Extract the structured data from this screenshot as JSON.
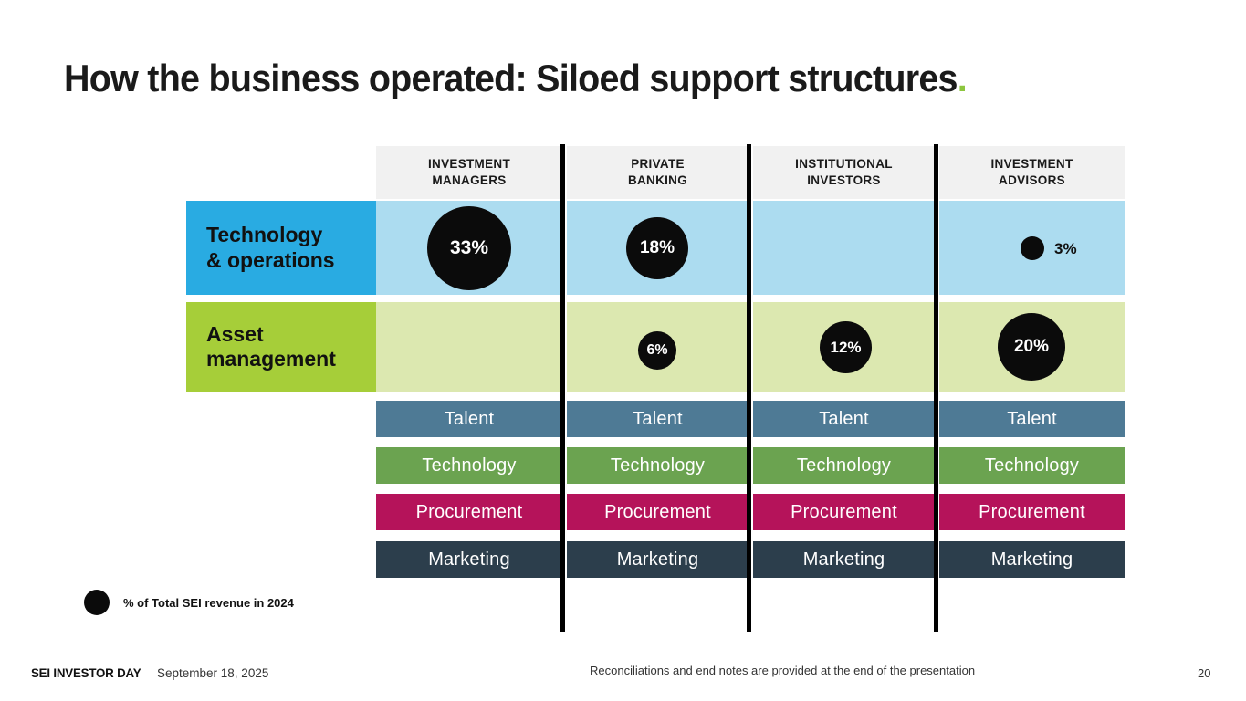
{
  "slide": {
    "title": "How the business operated: Siloed support structures",
    "title_accent": ".",
    "accent_color": "#8DC63F",
    "page_number": "20"
  },
  "columns": [
    {
      "id": "investment-managers",
      "label_line1": "INVESTMENT",
      "label_line2": "MANAGERS"
    },
    {
      "id": "private-banking",
      "label_line1": "PRIVATE",
      "label_line2": "BANKING"
    },
    {
      "id": "institutional-investors",
      "label_line1": "INSTITUTIONAL",
      "label_line2": "INVESTORS"
    },
    {
      "id": "investment-advisors",
      "label_line1": "INVESTMENT",
      "label_line2": "ADVISORS"
    }
  ],
  "rows": [
    {
      "id": "technology-operations",
      "label_line1": "Technology",
      "label_line2": "& operations",
      "label_color": "#29ABE2",
      "cell_color": "#ACDCF0"
    },
    {
      "id": "asset-management",
      "label_line1": "Asset",
      "label_line2": "management",
      "label_color": "#A6CE39",
      "cell_color": "#DCE8B0"
    }
  ],
  "chart_data": {
    "type": "bubble",
    "title": "How the business operated: Siloed support structures",
    "legend": "% of Total SEI revenue in 2024",
    "unit": "%",
    "categories": [
      "INVESTMENT MANAGERS",
      "PRIVATE BANKING",
      "INSTITUTIONAL INVESTORS",
      "INVESTMENT ADVISORS"
    ],
    "series": [
      {
        "name": "Technology & operations",
        "values": [
          33,
          18,
          null,
          3
        ]
      },
      {
        "name": "Asset management",
        "values": [
          null,
          6,
          12,
          20
        ]
      }
    ]
  },
  "bubbles": [
    {
      "id": "tech-investment-managers",
      "row": "technology-operations",
      "col": "investment-managers",
      "value": "33%",
      "label_inside": true
    },
    {
      "id": "tech-private-banking",
      "row": "technology-operations",
      "col": "private-banking",
      "value": "18%",
      "label_inside": true
    },
    {
      "id": "tech-investment-advisors",
      "row": "technology-operations",
      "col": "investment-advisors",
      "value": "3%",
      "label_inside": false
    },
    {
      "id": "asset-private-banking",
      "row": "asset-management",
      "col": "private-banking",
      "value": "6%",
      "label_inside": true
    },
    {
      "id": "asset-institutional-investors",
      "row": "asset-management",
      "col": "institutional-investors",
      "value": "12%",
      "label_inside": true
    },
    {
      "id": "asset-investment-advisors",
      "row": "asset-management",
      "col": "investment-advisors",
      "value": "20%",
      "label_inside": true
    }
  ],
  "functions": [
    {
      "id": "talent",
      "label": "Talent",
      "color": "#4E7A95"
    },
    {
      "id": "technology",
      "label": "Technology",
      "color": "#6BA350"
    },
    {
      "id": "procurement",
      "label": "Procurement",
      "color": "#B5135A"
    },
    {
      "id": "marketing",
      "label": "Marketing",
      "color": "#2C3E4C"
    }
  ],
  "legend": {
    "text": "% of Total SEI revenue in 2024",
    "dot_color": "#0B0B0B"
  },
  "footer": {
    "brand": "SEI INVESTOR DAY",
    "date": "September 18, 2025",
    "note": "Reconciliations and end notes are provided at the end of the presentation",
    "page": "20"
  }
}
